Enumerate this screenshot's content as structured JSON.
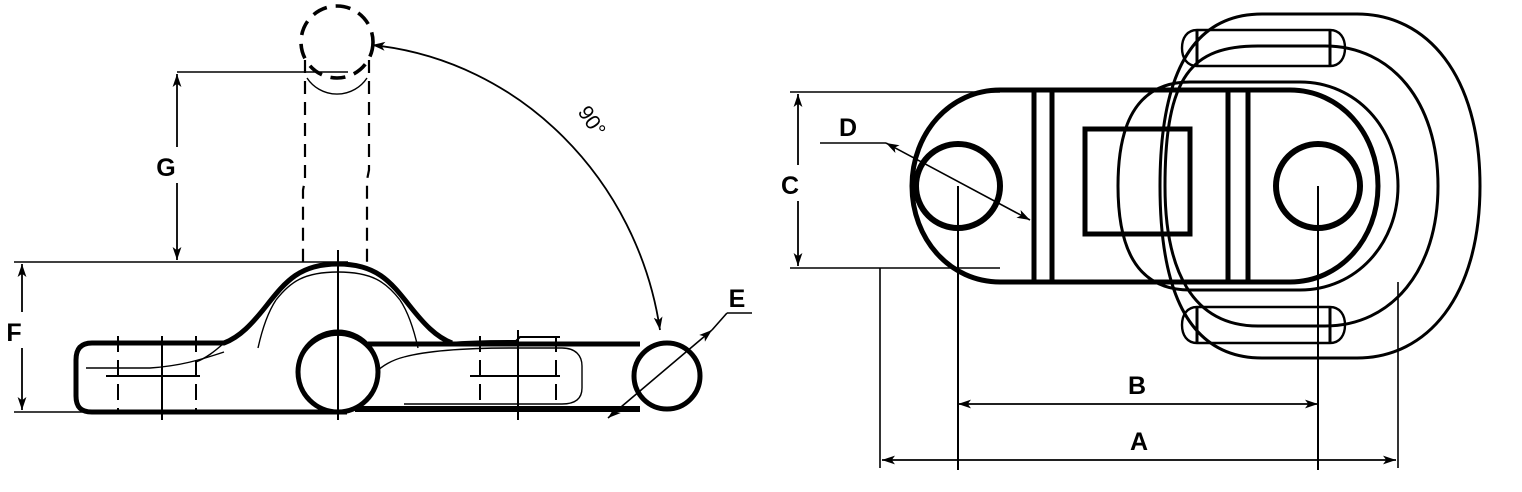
{
  "drawing": {
    "title": "Swivel shackle / hinge link engineering drawing",
    "type": "two-view orthographic technical drawing",
    "line_color": "#000000",
    "background_color": "#ffffff",
    "views": [
      {
        "name": "side-elevation-view",
        "position": "left",
        "description": "Side elevation showing hinged arm rotated, with phantom (dashed) position of raised arm"
      },
      {
        "name": "plan-view",
        "position": "right",
        "description": "Plan view showing body with two eye holes, central square and nested rotated outlines"
      }
    ]
  },
  "dimensions": {
    "A": {
      "label": "A",
      "view": "plan-view",
      "orientation": "horizontal",
      "note": "overall length"
    },
    "B": {
      "label": "B",
      "view": "plan-view",
      "orientation": "horizontal",
      "note": "hole centre to hole centre"
    },
    "C": {
      "label": "C",
      "view": "plan-view",
      "orientation": "vertical",
      "note": "overall width"
    },
    "D": {
      "label": "D",
      "view": "plan-view",
      "orientation": "diameter",
      "note": "eye hole diameter"
    },
    "E": {
      "label": "E",
      "view": "side-elevation-view",
      "orientation": "diameter",
      "note": "bar / pin diameter"
    },
    "F": {
      "label": "F",
      "view": "side-elevation-view",
      "orientation": "vertical",
      "note": "overall height of folded assembly"
    },
    "G": {
      "label": "G",
      "view": "side-elevation-view",
      "orientation": "vertical",
      "note": "raised arm height above body"
    }
  },
  "annotations": {
    "rotation_angle": {
      "label": "90°",
      "view": "side-elevation-view",
      "note": "swing range of the hinged arm"
    }
  }
}
